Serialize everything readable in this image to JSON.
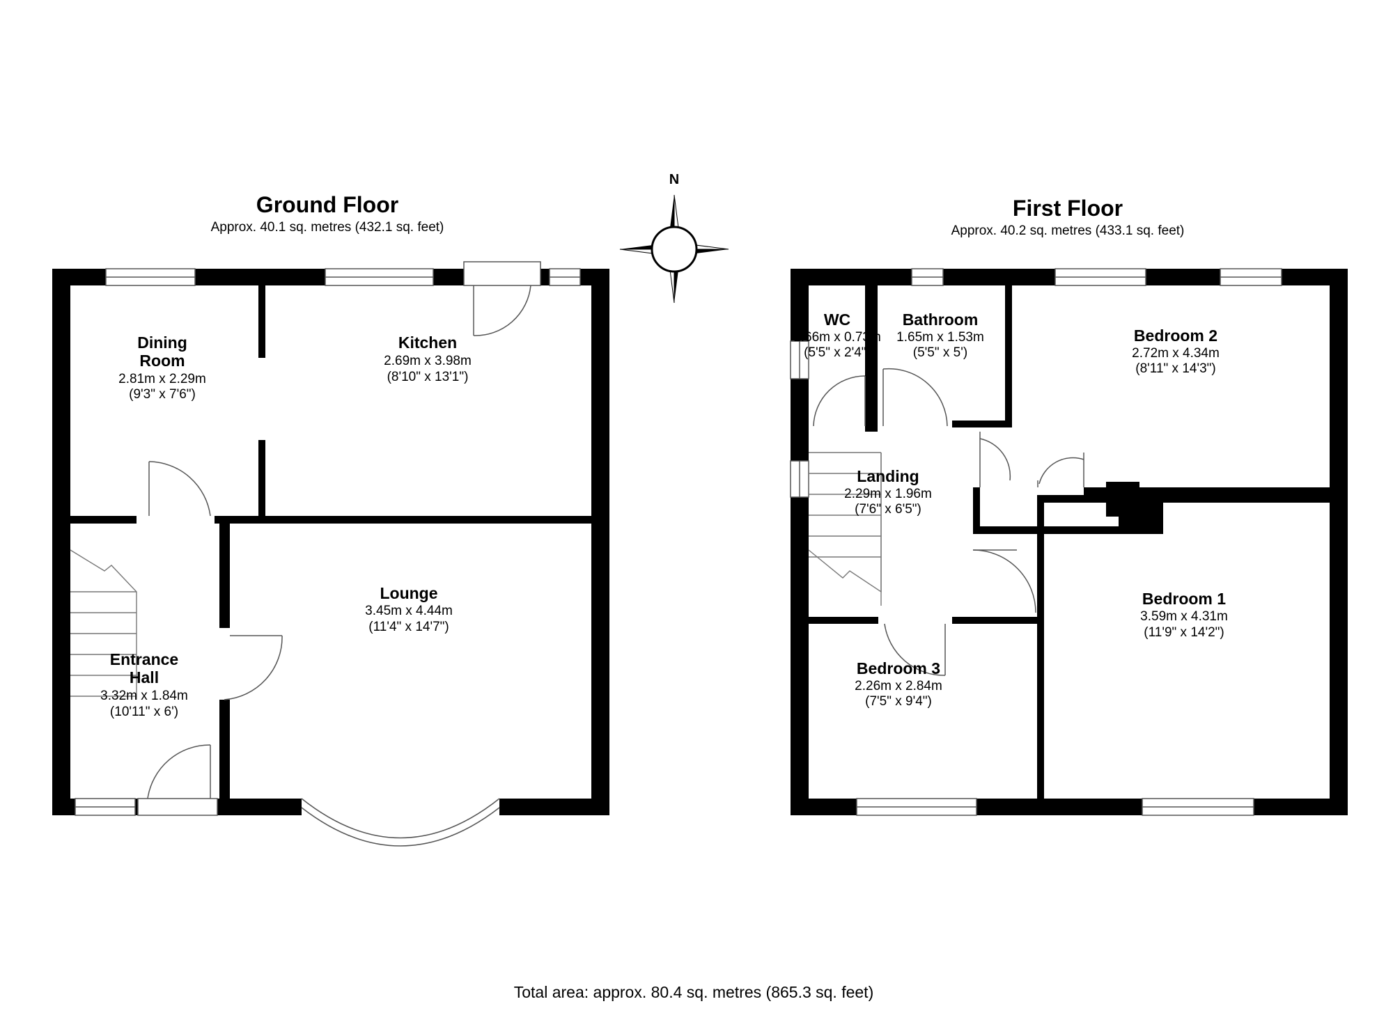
{
  "ground_floor": {
    "title": "Ground Floor",
    "area": "Approx. 40.1 sq. metres (432.1 sq. feet)",
    "rooms": {
      "dining": {
        "name_line1": "Dining",
        "name_line2": "Room",
        "metric": "2.81m x 2.29m",
        "imperial": "(9'3\" x 7'6\")"
      },
      "kitchen": {
        "name": "Kitchen",
        "metric": "2.69m x 3.98m",
        "imperial": "(8'10\" x 13'1\")"
      },
      "lounge": {
        "name": "Lounge",
        "metric": "3.45m x 4.44m",
        "imperial": "(11'4\" x 14'7\")"
      },
      "hall": {
        "name_line1": "Entrance",
        "name_line2": "Hall",
        "metric": "3.32m x 1.84m",
        "imperial": "(10'11\" x 6')"
      }
    }
  },
  "first_floor": {
    "title": "First Floor",
    "area": "Approx. 40.2 sq. metres (433.1 sq. feet)",
    "rooms": {
      "wc": {
        "name": "WC",
        "metric": "1.66m x 0.73m",
        "imperial": "(5'5\" x 2'4\")"
      },
      "bathroom": {
        "name": "Bathroom",
        "metric": "1.65m x 1.53m",
        "imperial": "(5'5\" x 5')"
      },
      "bedroom2": {
        "name": "Bedroom 2",
        "metric": "2.72m x 4.34m",
        "imperial": "(8'11\" x 14'3\")"
      },
      "landing": {
        "name": "Landing",
        "metric": "2.29m x 1.96m",
        "imperial": "(7'6\" x 6'5\")"
      },
      "bedroom1": {
        "name": "Bedroom 1",
        "metric": "3.59m x 4.31m",
        "imperial": "(11'9\" x 14'2\")"
      },
      "bedroom3": {
        "name": "Bedroom 3",
        "metric": "2.26m x 2.84m",
        "imperial": "(7'5\" x 9'4\")"
      }
    }
  },
  "compass": {
    "north_label": "N",
    "icon": "compass-rose-icon"
  },
  "total_area": "Total area: approx. 80.4 sq. metres (865.3 sq. feet)"
}
